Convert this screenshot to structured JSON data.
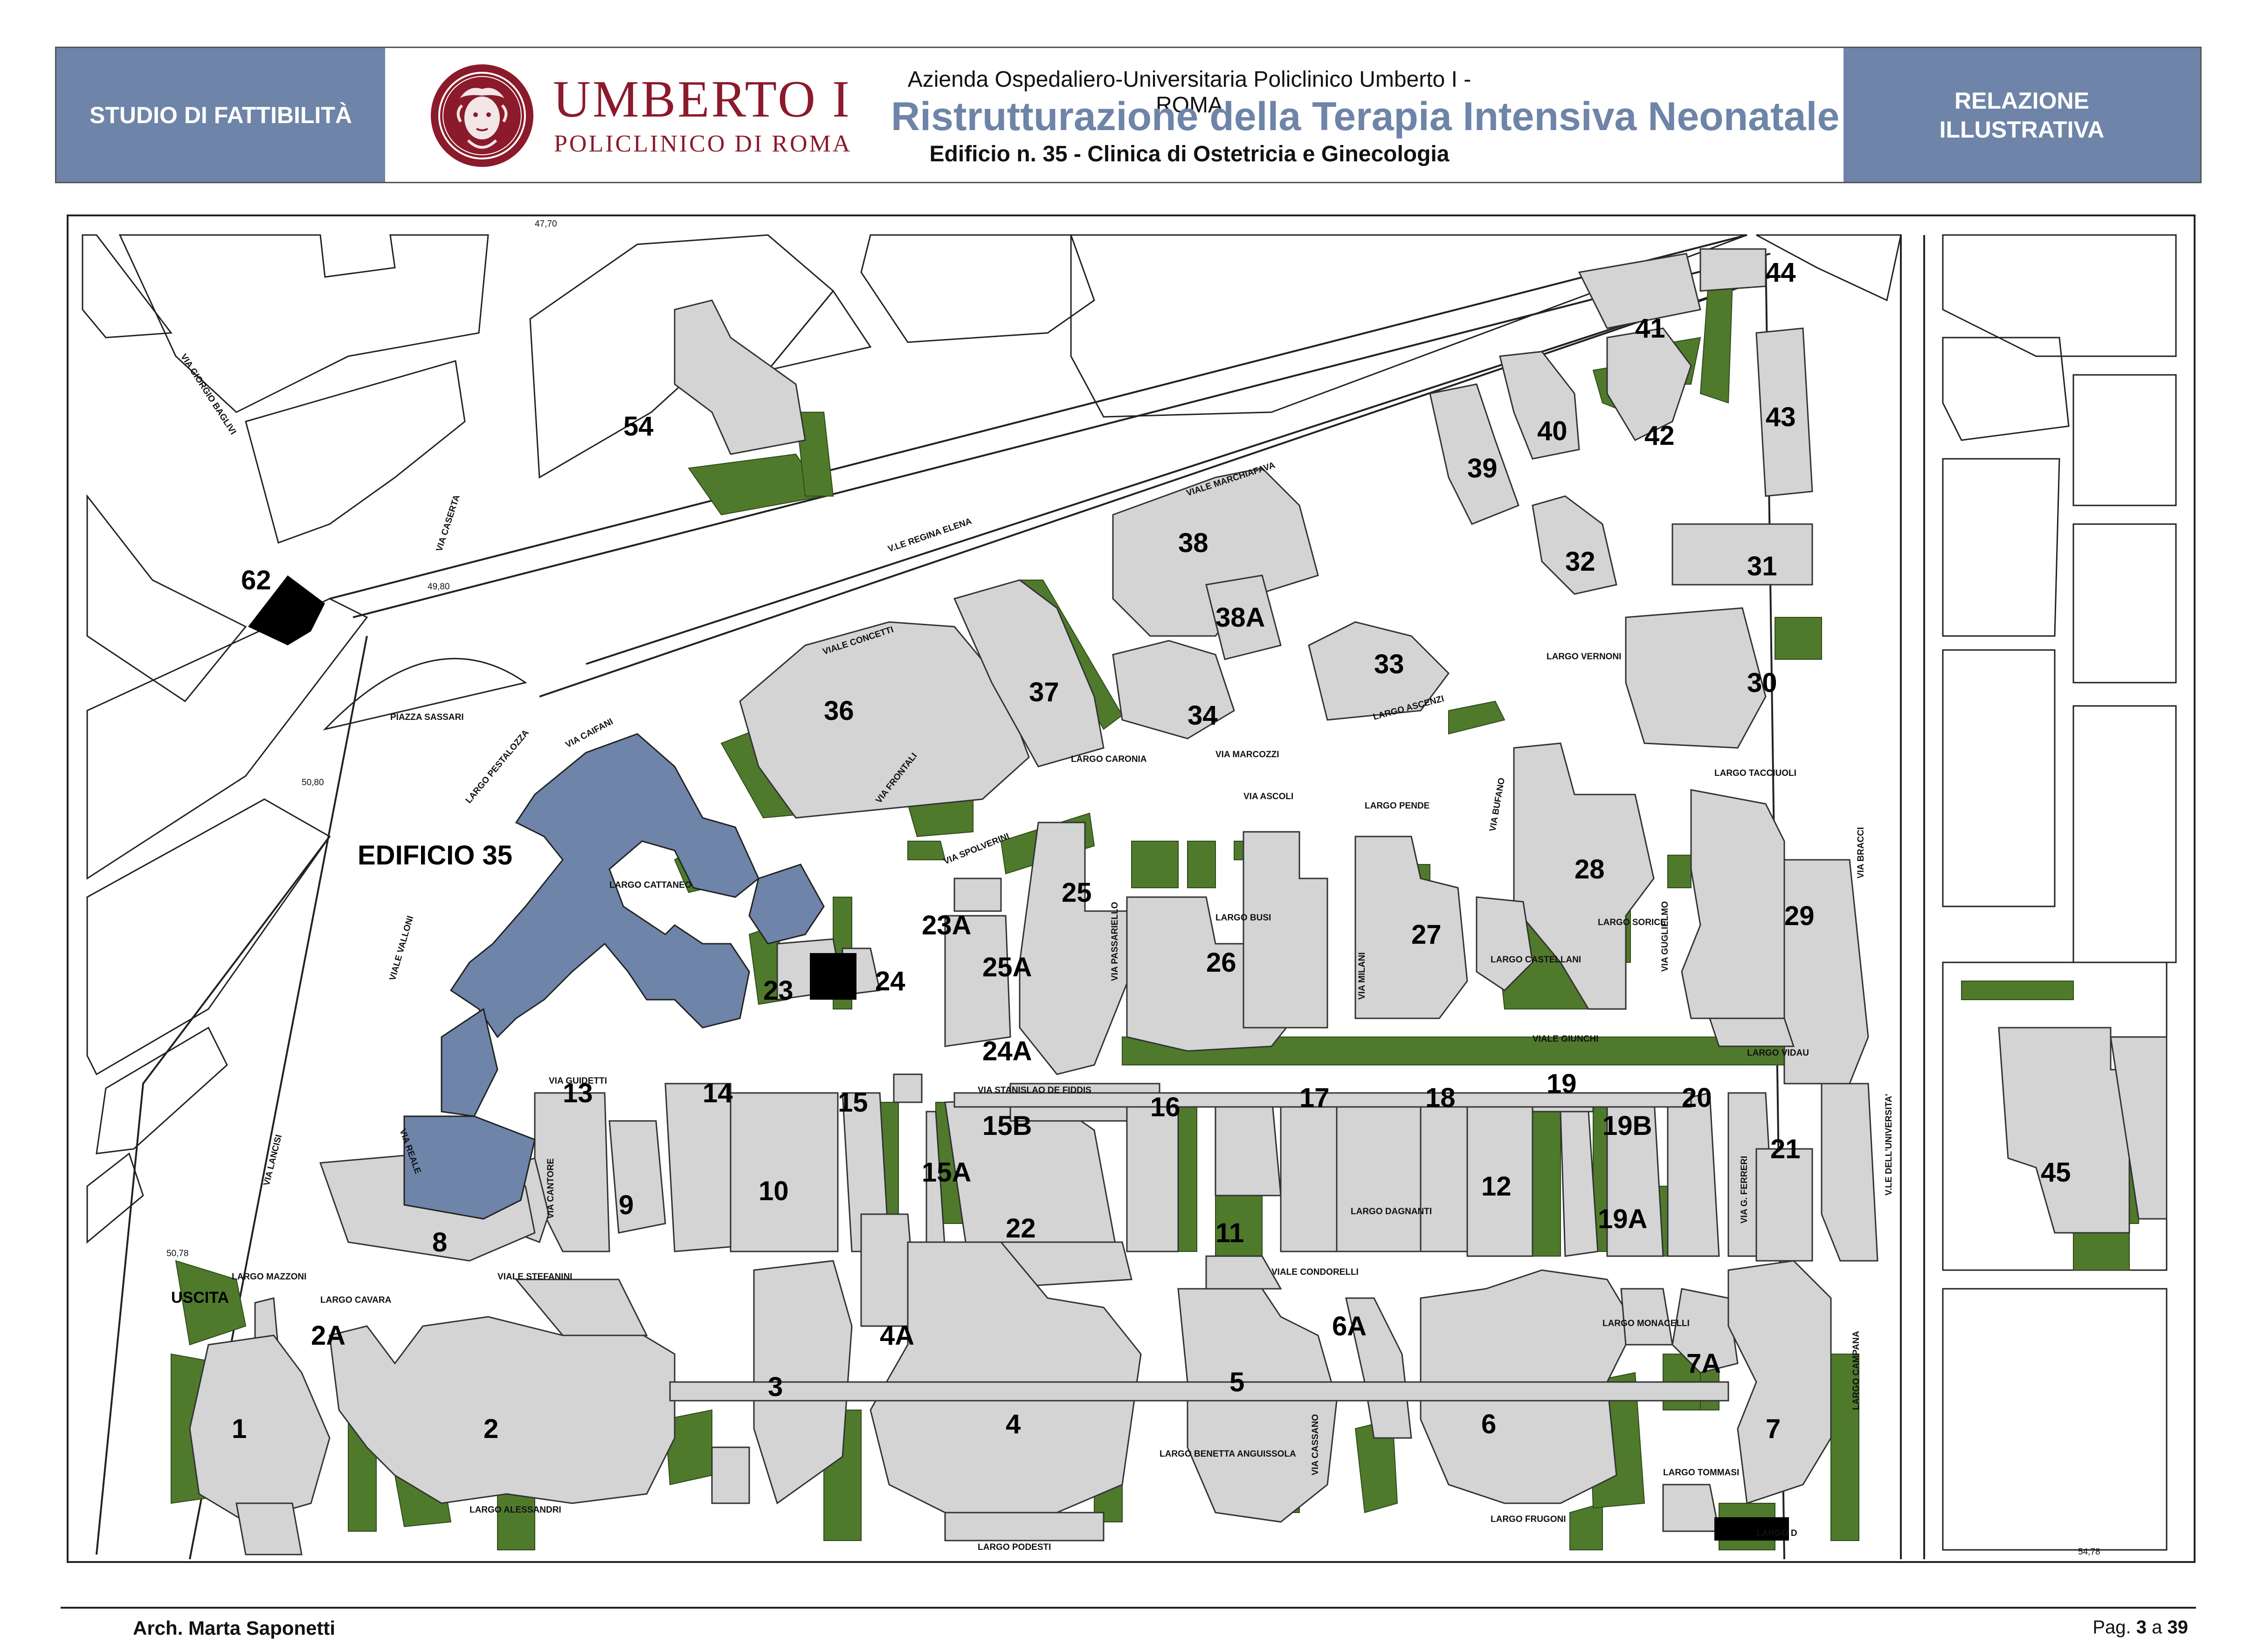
{
  "header": {
    "left_label": "STUDIO DI FATTIBILITÀ",
    "logo_name": "UMBERTO I",
    "logo_sub": "POLICLINICO DI ROMA",
    "org": "Azienda Ospedaliero-Universitaria Policlinico Umberto I - ROMA",
    "title": "Ristrutturazione della Terapia Intensiva Neonatale",
    "subtitle": "Edificio n. 35 - Clinica di Ostetricia e Ginecologia",
    "right_label_1": "RELAZIONE",
    "right_label_2": "ILLUSTRATIVA"
  },
  "colors": {
    "header_bg": "#6e84a8",
    "highlight_building": "#6e84a8",
    "building": "#d4d4d4",
    "green": "#4f7a2c",
    "logo": "#8b1a2b"
  },
  "map": {
    "edificio_label": "EDIFICIO 35",
    "buildings": [
      "54",
      "62",
      "39",
      "40",
      "41",
      "42",
      "43",
      "44",
      "32",
      "31",
      "38",
      "38A",
      "33",
      "34",
      "30",
      "36",
      "37",
      "28",
      "29",
      "25",
      "23A",
      "24",
      "23",
      "25A",
      "24A",
      "26",
      "27",
      "13",
      "14",
      "15",
      "16",
      "17",
      "18",
      "19",
      "19B",
      "20",
      "21",
      "15B",
      "15A",
      "9",
      "10",
      "22",
      "11",
      "12",
      "19A",
      "8",
      "45",
      "2A",
      "1",
      "2",
      "3",
      "4A",
      "4",
      "5",
      "6A",
      "6",
      "7A",
      "7"
    ],
    "streets": [
      "VIA GIORGIO BAGLIVI",
      "VIA CASERTA",
      "V.LE REGINA ELENA",
      "PIAZZA SASSARI",
      "VIA CAIFANI",
      "LARGO PESTALOZZA",
      "VIALE CONCETTI",
      "VIALE MARCHIAFAVA",
      "VIA MARCOZZI",
      "LARGO VERNONI",
      "LARGO ASCENZI",
      "LARGO CARONIA",
      "VIA FRONTALI",
      "VIA SPOLVERINI",
      "VIA ASCOLI",
      "LARGO PENDE",
      "VIA BUFANO",
      "LARGO TACCIUOLI",
      "LARGO CATTANEO",
      "VIALE VALLONI",
      "VIA LANCISI",
      "LARGO BUSI",
      "VIA PASSARIELLO",
      "VIA MILANI",
      "LARGO CASTELLANI",
      "LARGO SORICE",
      "VIA GUGLIELMO",
      "VIA BRACCI",
      "VIA GUIDETTI",
      "VIALE GIUNCHI",
      "LARGO VIDAU",
      "VIA CANTORE",
      "VIA REALE",
      "VIA STANISLAO DE FIDDIS",
      "LARGO DAGNANTI",
      "VIA G. FERRERI",
      "V.LE DELL'UNIVERSITA'",
      "VIALE STEFANINI",
      "LARGO MAZZONI",
      "LARGO CAVARA",
      "USCITA",
      "VIALE CONDORELLI",
      "VIA CASSANO",
      "LARGO BENETTA ANGUISSOLA",
      "LARGO MONACELLI",
      "LARGO FRUGONI",
      "LARGO TOMMASI",
      "LARGO CAMPANA",
      "LARGO PODESTI",
      "LARGO ALESSANDRI",
      "LARGO D"
    ],
    "elevations": [
      "47,70",
      "49,80",
      "50,80",
      "50,78",
      "54,78"
    ]
  },
  "footer": {
    "author": "Arch. Marta Saponetti",
    "page_prefix": "Pag.",
    "page_num": "3",
    "page_sep": "a",
    "page_total": "39"
  }
}
